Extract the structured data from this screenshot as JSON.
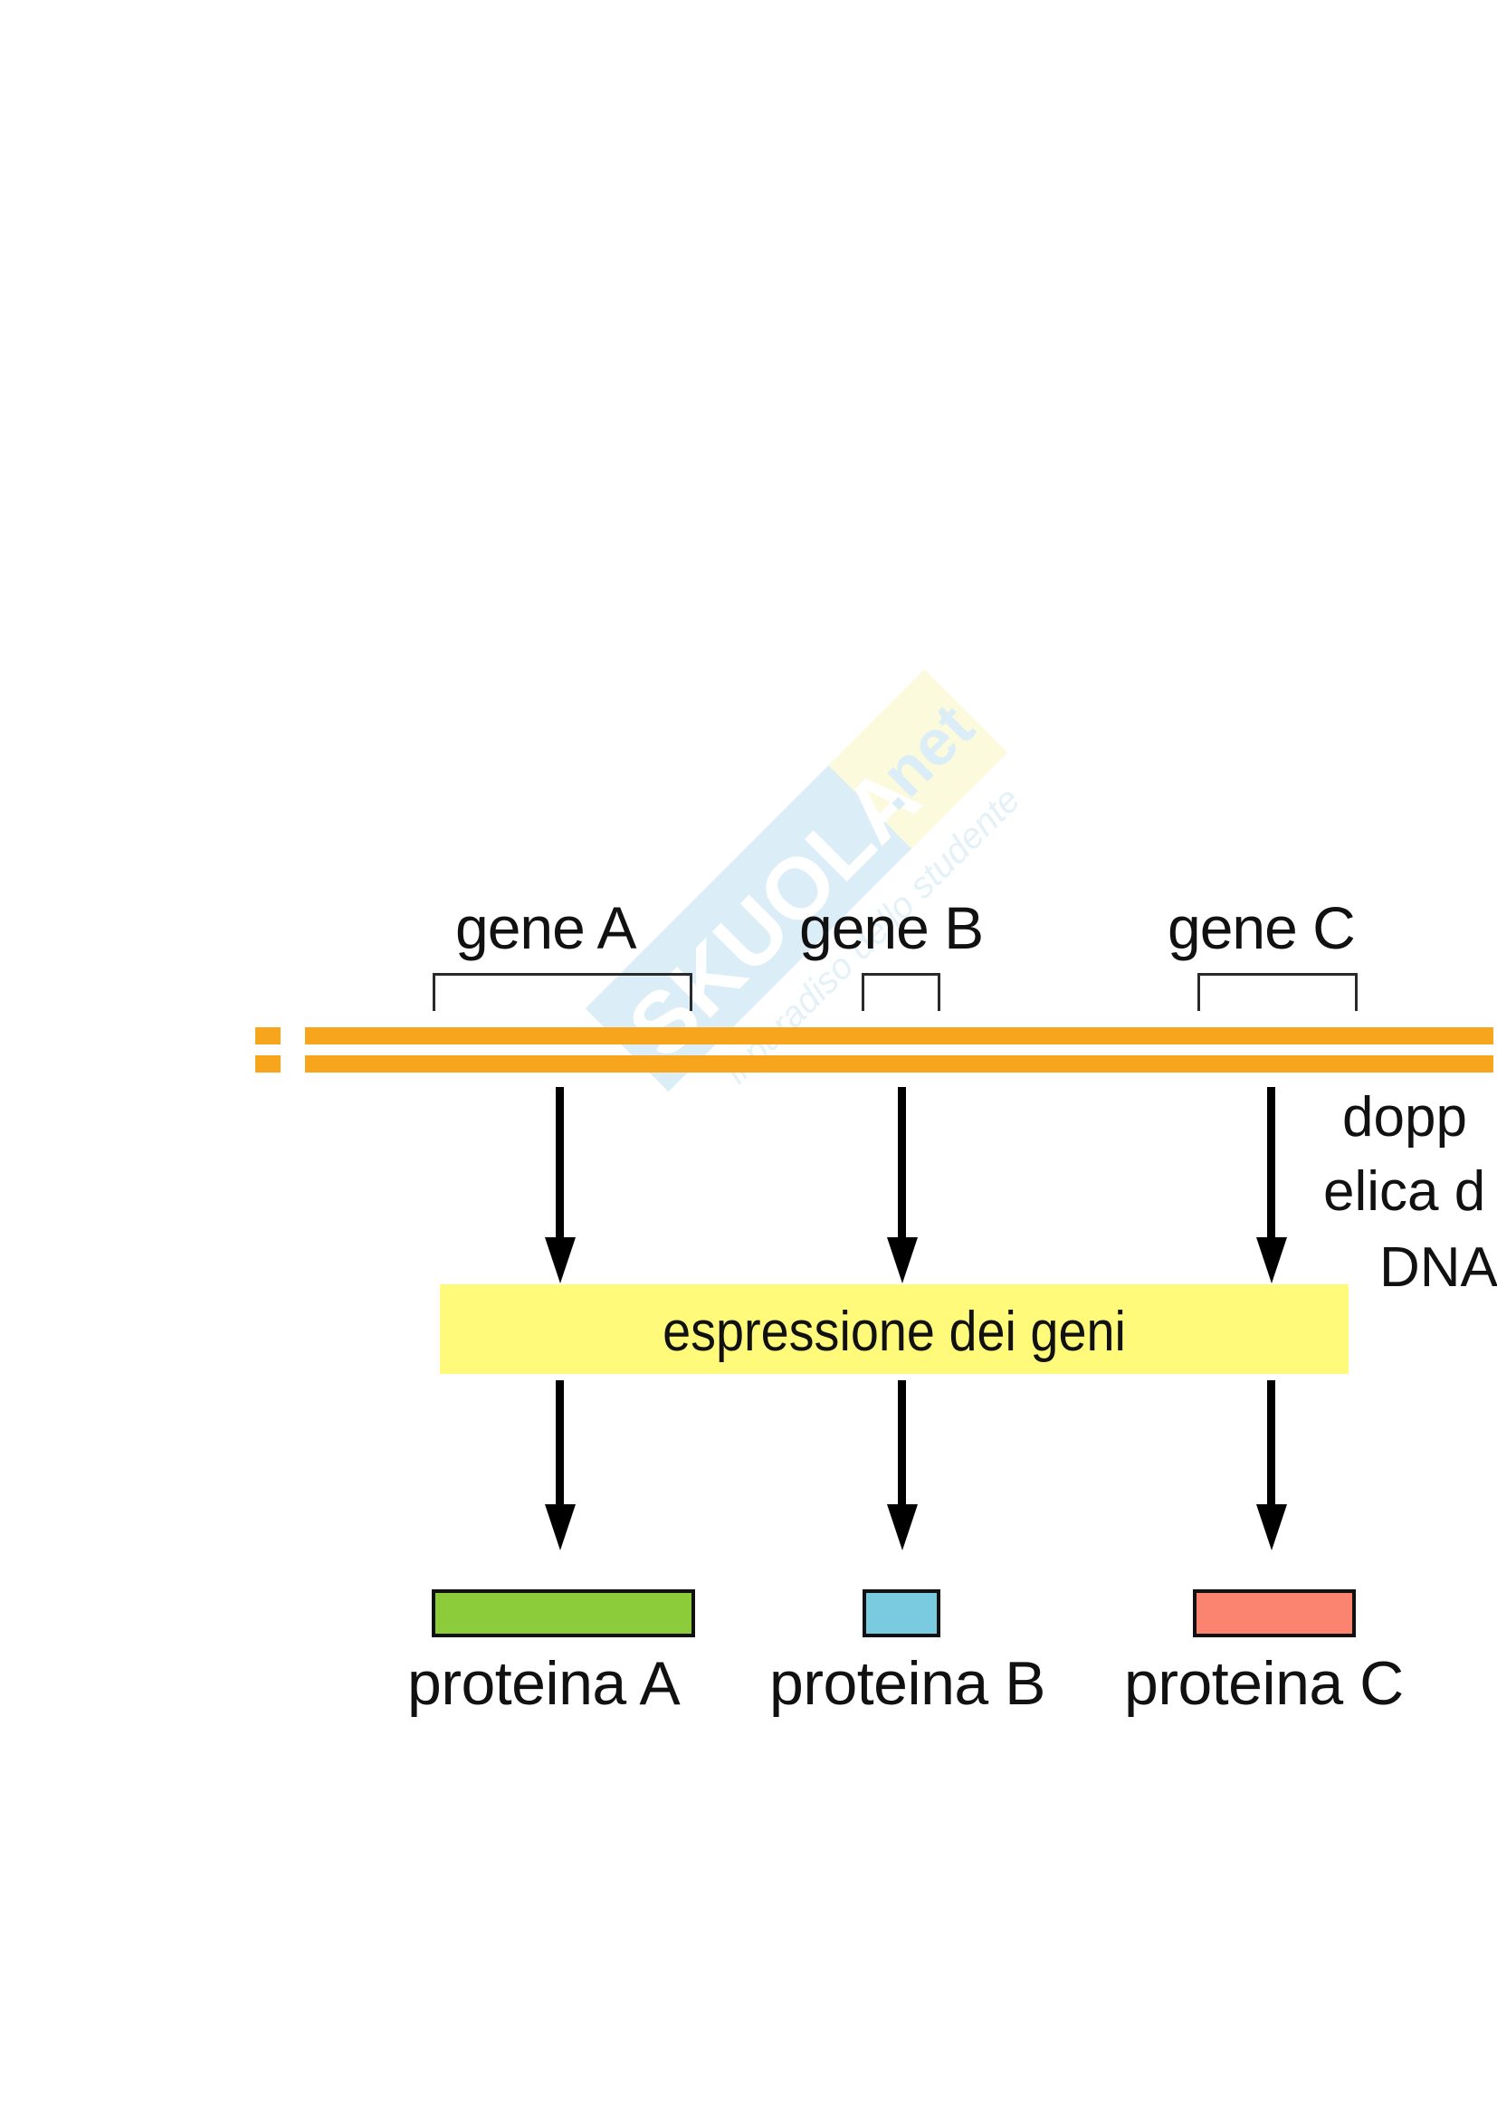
{
  "genes": [
    {
      "label": "gene A"
    },
    {
      "label": "gene B"
    },
    {
      "label": "gene C"
    }
  ],
  "dna_label": {
    "lines": [
      "dopp",
      "elica d",
      "DNA"
    ]
  },
  "process": {
    "label": "espressione dei geni"
  },
  "proteins": [
    {
      "label": "proteina A",
      "color": "#8CCB3A"
    },
    {
      "label": "proteina B",
      "color": "#7ACBE0"
    },
    {
      "label": "proteina C",
      "color": "#FA8470"
    }
  ],
  "colors": {
    "dna_strand": "#F7A51C",
    "process_box": "#FFFA7A"
  },
  "watermark": {
    "brand": "SKUOLA",
    "tld": ".net",
    "tagline": "il paradiso dello studente"
  }
}
